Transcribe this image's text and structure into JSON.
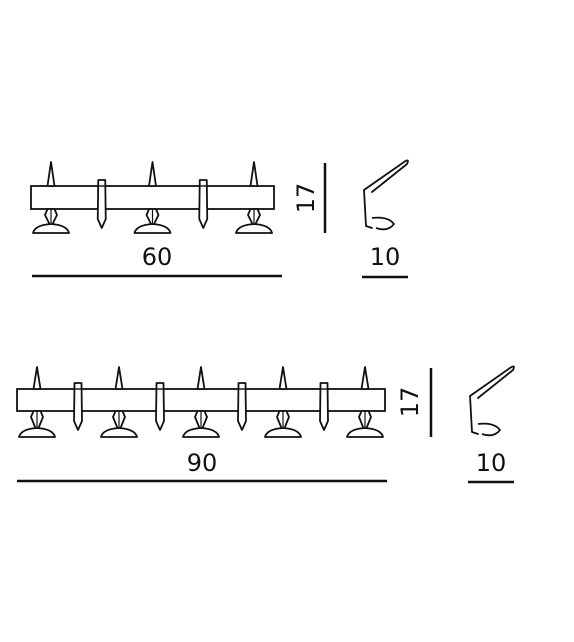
{
  "rack_small": {
    "width_label": "60",
    "height_label": "17",
    "depth_label": "10",
    "long_hooks": 3,
    "short_hooks": 2
  },
  "rack_large": {
    "width_label": "90",
    "height_label": "17",
    "depth_label": "10",
    "long_hooks": 5,
    "short_hooks": 4
  },
  "colors": {
    "stroke": "#111111",
    "background": "#ffffff"
  }
}
